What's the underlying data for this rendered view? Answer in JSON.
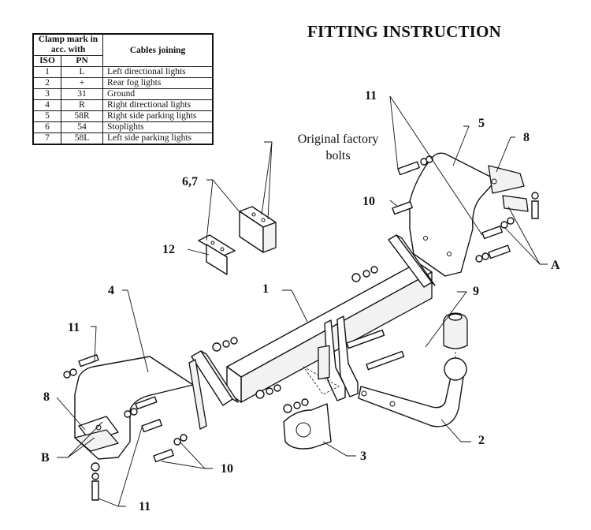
{
  "document": {
    "title": "FITTING INSTRUCTION"
  },
  "wiring_table": {
    "header": {
      "clamp_mark": "Clamp mark in acc. with",
      "iso": "ISO",
      "pn": "PN",
      "cables": "Cables joining"
    },
    "rows": [
      {
        "iso": "1",
        "pn": "L",
        "cable": "Left directional lights"
      },
      {
        "iso": "2",
        "pn": "+",
        "cable": "Rear fog lights"
      },
      {
        "iso": "3",
        "pn": "31",
        "cable": "Ground"
      },
      {
        "iso": "4",
        "pn": "R",
        "cable": "Right directional lights"
      },
      {
        "iso": "5",
        "pn": "58R",
        "cable": "Right side parking lights"
      },
      {
        "iso": "6",
        "pn": "54",
        "cable": "Stoplights"
      },
      {
        "iso": "7",
        "pn": "58L",
        "cable": "Left side parking lights"
      }
    ]
  },
  "annotations": {
    "original_bolts_line1": "Original factory",
    "original_bolts_line2": "bolts"
  },
  "part_labels": {
    "crossbar": "1",
    "ball": "2",
    "socket_plate": "3",
    "left_bracket": "4",
    "right_bracket": "5",
    "brackets_6_7": "6,7",
    "plate_8_right": "8",
    "plate_8_left": "8",
    "bolt_9": "9",
    "bolt_10_right": "10",
    "bolt_10_left": "10",
    "bolt_11_top_right": "11",
    "bolt_11_top_left": "11",
    "bolt_11_bottom_left": "11",
    "bracket_12": "12",
    "point_a": "A",
    "point_b": "B"
  }
}
